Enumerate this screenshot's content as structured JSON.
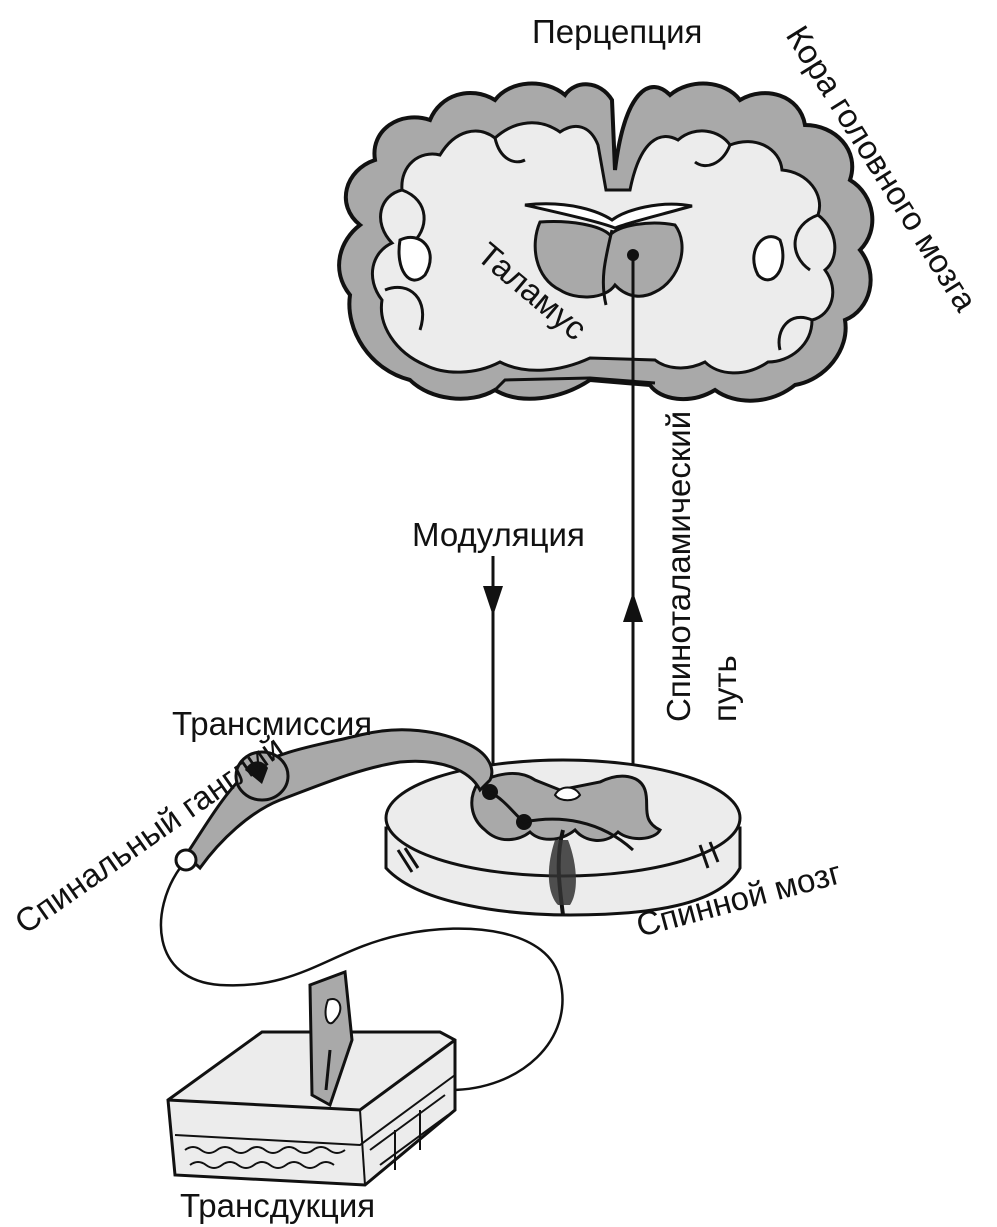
{
  "labels": {
    "perception": "Перцепция",
    "cortex": "Кора головного мозга",
    "thalamus": "Таламус",
    "modulation": "Модуляция",
    "tract_line1": "Спиноталамический",
    "tract_line2": "путь",
    "transmission": "Трансмиссия",
    "ganglion": "Спинальный ганглий",
    "spinal_cord": "Спинной мозг",
    "transduction": "Трансдукция"
  },
  "colors": {
    "outline": "#111111",
    "gray_matter": "#a9a9a9",
    "white_matter": "#ececec",
    "background": "#ffffff"
  }
}
